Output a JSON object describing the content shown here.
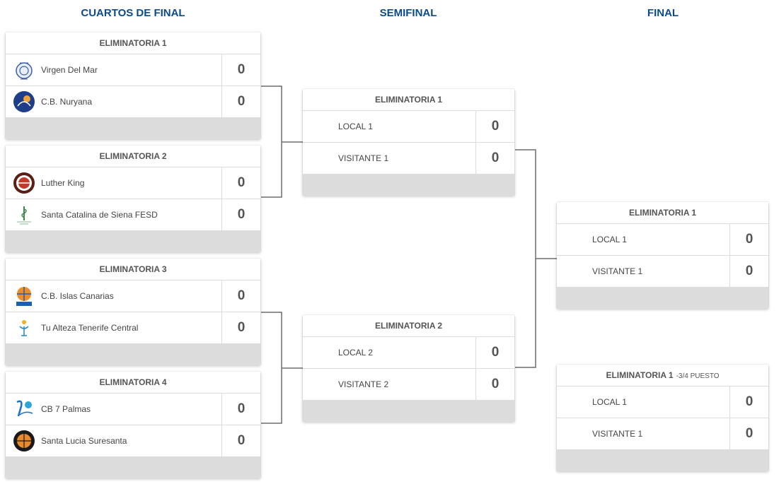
{
  "rounds": {
    "quarter": "CUARTOS DE FINAL",
    "semi": "SEMIFINAL",
    "final": "FINAL"
  },
  "quarterfinals": [
    {
      "title": "ELIMINATORIA 1",
      "home": {
        "name": "Virgen Del Mar",
        "score": "0",
        "logo": "virgen-del-mar-logo"
      },
      "away": {
        "name": "C.B. Nuryana",
        "score": "0",
        "logo": "cb-nuryana-logo"
      }
    },
    {
      "title": "ELIMINATORIA 2",
      "home": {
        "name": "Luther King",
        "score": "0",
        "logo": "luther-king-logo"
      },
      "away": {
        "name": "Santa Catalina de Siena FESD",
        "score": "0",
        "logo": "santa-catalina-logo"
      }
    },
    {
      "title": "ELIMINATORIA 3",
      "home": {
        "name": "C.B. Islas Canarias",
        "score": "0",
        "logo": "islas-canarias-logo"
      },
      "away": {
        "name": "Tu Alteza Tenerife Central",
        "score": "0",
        "logo": "tu-alteza-logo"
      }
    },
    {
      "title": "ELIMINATORIA 4",
      "home": {
        "name": "CB 7 Palmas",
        "score": "0",
        "logo": "cb-7-palmas-logo"
      },
      "away": {
        "name": "Santa Lucia Suresanta",
        "score": "0",
        "logo": "santa-lucia-logo"
      }
    }
  ],
  "semifinals": [
    {
      "title": "ELIMINATORIA 1",
      "home": {
        "name": "LOCAL 1",
        "score": "0"
      },
      "away": {
        "name": "VISITANTE 1",
        "score": "0"
      }
    },
    {
      "title": "ELIMINATORIA 2",
      "home": {
        "name": "LOCAL 2",
        "score": "0"
      },
      "away": {
        "name": "VISITANTE 2",
        "score": "0"
      }
    }
  ],
  "final": {
    "title": "ELIMINATORIA 1",
    "home": {
      "name": "LOCAL 1",
      "score": "0"
    },
    "away": {
      "name": "VISITANTE 1",
      "score": "0"
    }
  },
  "third_place": {
    "title": "ELIMINATORIA 1",
    "subtitle": "-3/4 PUESTO",
    "home": {
      "name": "LOCAL 1",
      "score": "0"
    },
    "away": {
      "name": "VISITANTE 1",
      "score": "0"
    }
  },
  "colors": {
    "title": "#0b4a8b",
    "line": "#6d6d6d",
    "footer": "#dcdcdc"
  }
}
